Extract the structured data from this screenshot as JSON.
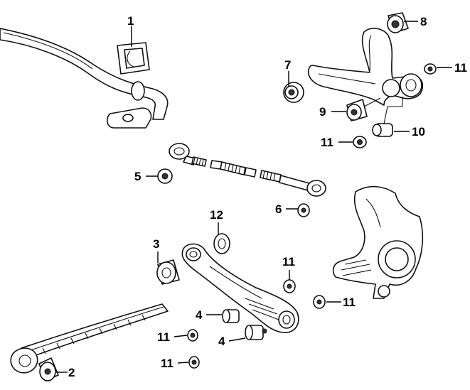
{
  "callouts": [
    {
      "id": "c1",
      "label": "1"
    },
    {
      "id": "c2",
      "label": "2"
    },
    {
      "id": "c3",
      "label": "3"
    },
    {
      "id": "c4a",
      "label": "4"
    },
    {
      "id": "c4b",
      "label": "4"
    },
    {
      "id": "c5",
      "label": "5"
    },
    {
      "id": "c6",
      "label": "6"
    },
    {
      "id": "c7",
      "label": "7"
    },
    {
      "id": "c8",
      "label": "8"
    },
    {
      "id": "c9",
      "label": "9"
    },
    {
      "id": "c10",
      "label": "10"
    },
    {
      "id": "c11a",
      "label": "11"
    },
    {
      "id": "c11b",
      "label": "11"
    },
    {
      "id": "c11c",
      "label": "11"
    },
    {
      "id": "c11d",
      "label": "11"
    },
    {
      "id": "c11e",
      "label": "11"
    },
    {
      "id": "c11f",
      "label": "11"
    },
    {
      "id": "c12",
      "label": "12"
    }
  ]
}
